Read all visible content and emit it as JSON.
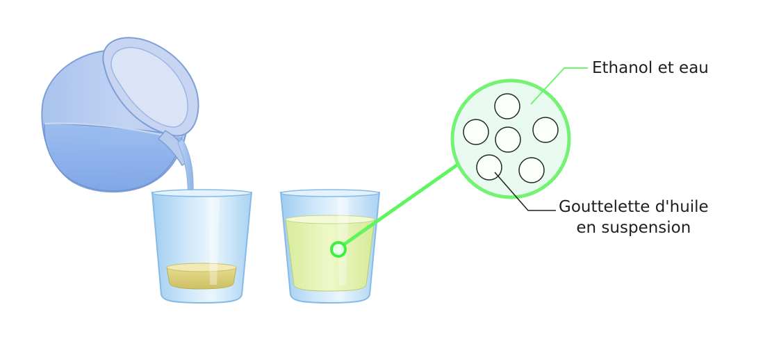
{
  "labels": {
    "ethanol_water": "Ethanol et eau",
    "oil_droplet_line1": "Gouttelette d'huile",
    "oil_droplet_line2": "en suspension"
  },
  "colors": {
    "callout_green": "#6ff56f",
    "callout_dark_green": "#3ee83e",
    "magnifier_fill": "#e9fbf0",
    "water_blue": "#8fb8ee",
    "glass_blue": "#bfe0f7",
    "oil_yellow": "#dcd27a",
    "emulsion_green": "#e4f2b0"
  },
  "icons": [
    "pitcher-icon",
    "glass-icon",
    "magnifier-icon",
    "droplet-icon"
  ]
}
